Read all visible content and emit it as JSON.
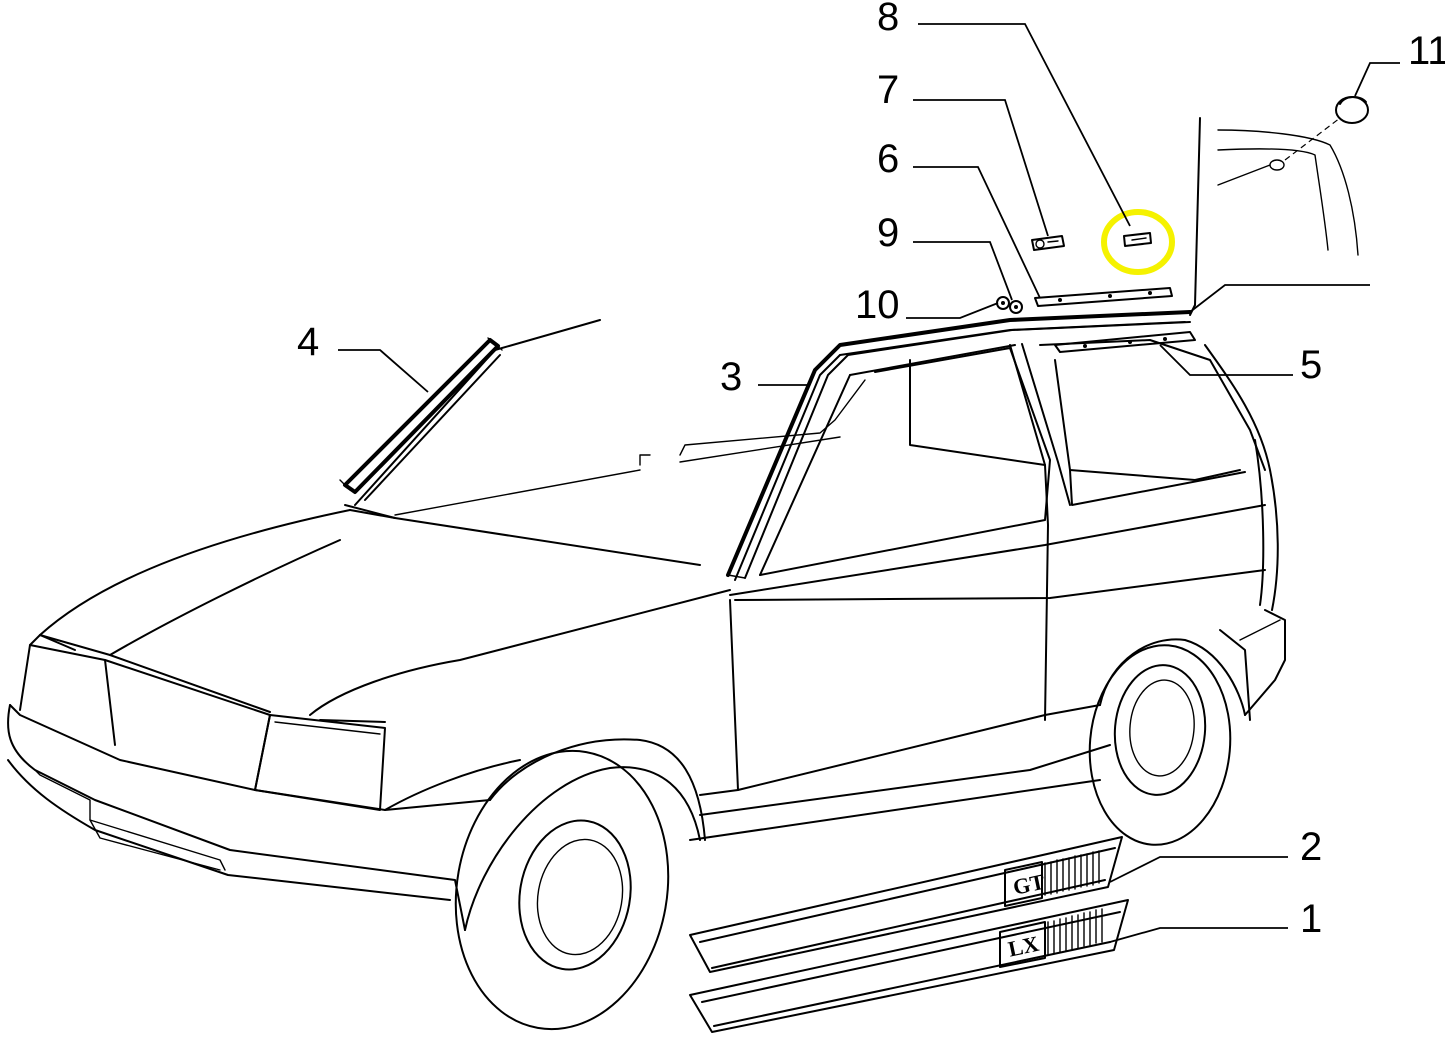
{
  "callouts": [
    {
      "id": "1",
      "label": "1"
    },
    {
      "id": "2",
      "label": "2"
    },
    {
      "id": "3",
      "label": "3"
    },
    {
      "id": "4",
      "label": "4"
    },
    {
      "id": "5",
      "label": "5"
    },
    {
      "id": "6",
      "label": "6"
    },
    {
      "id": "7",
      "label": "7"
    },
    {
      "id": "8",
      "label": "8"
    },
    {
      "id": "9",
      "label": "9"
    },
    {
      "id": "10",
      "label": "10"
    },
    {
      "id": "11",
      "label": "11"
    }
  ],
  "badges": {
    "gt": "GT",
    "lx": "LX"
  },
  "highlight": {
    "part": "8",
    "color": "#f5f200"
  }
}
